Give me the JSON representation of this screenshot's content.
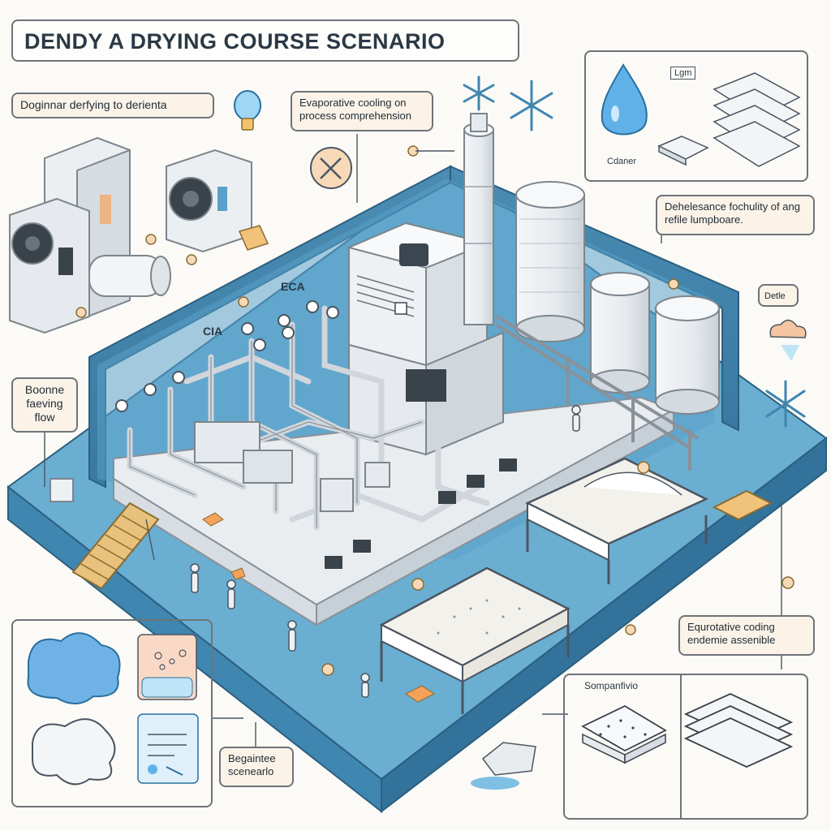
{
  "title": "DENDY A DRYING COURSE SCENARIO",
  "labels": {
    "beginner_drying": "Doginnar derfying to derienta",
    "evaporative_cooling": "Evaporative cooling on process comprehension",
    "dehumidification": "Dehelesance fochulity of ang refile lumpboare.",
    "reversing_flow": "Boonne faeving flow",
    "evaporative_ensemble": "Equrotative coding endemie assenible",
    "beginning_scenario": "Begaintee scenearlo",
    "comparative": "Sompanfivio",
    "cleaner": "Cdaner",
    "light": "Lgm",
    "otello": "Detle",
    "eca": "ECA",
    "cia": "CIA"
  },
  "colors": {
    "floor": "#5b9fc4",
    "wall": "#3e7fa6",
    "panel_bg": "#fbf3e8",
    "border": "#6f7378",
    "accent_orange": "#f4a25a",
    "machine": "#eceff2"
  }
}
